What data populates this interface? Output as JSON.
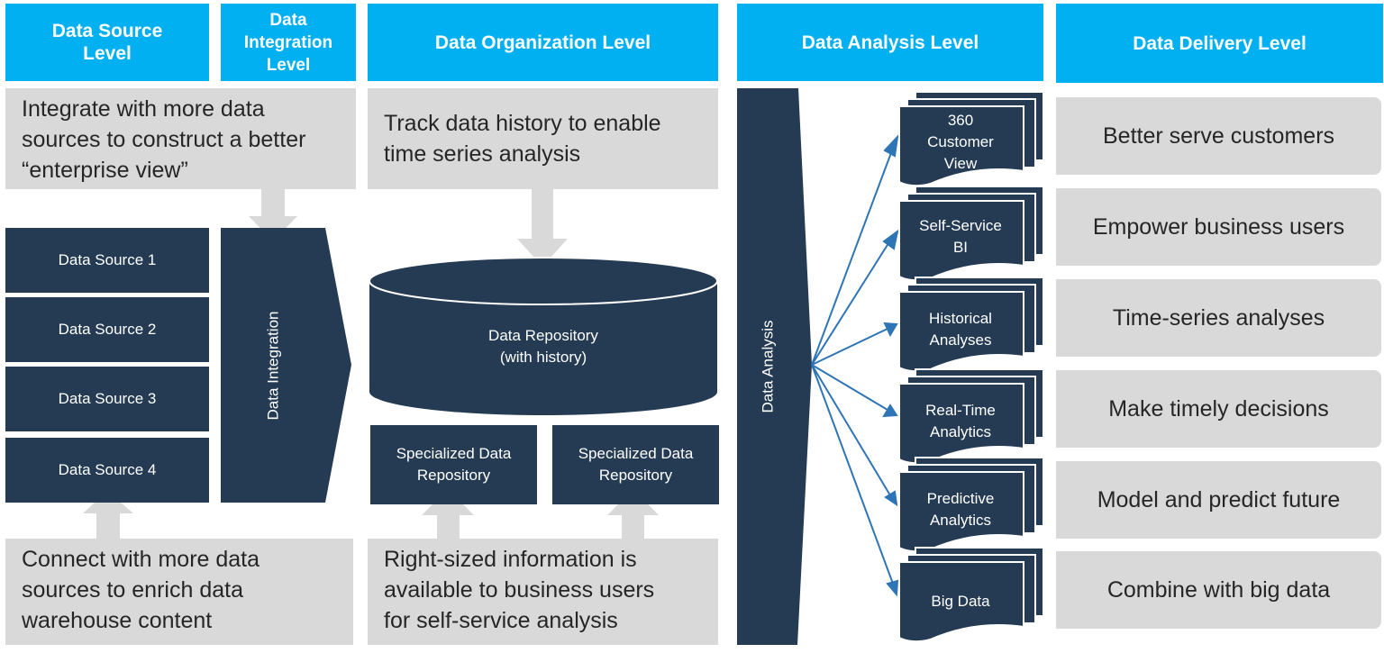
{
  "colors": {
    "header_bg": "#00b0f0",
    "navy": "#243b53",
    "note_bg": "#d9d9d9",
    "arrow_gray": "#d9d9d9",
    "arrow_blue": "#2e75b6",
    "text_dark": "#262626"
  },
  "headers": [
    {
      "label": "Data Source\nLevel"
    },
    {
      "label": "Data\nIntegration\nLevel"
    },
    {
      "label": "Data Organization  Level"
    },
    {
      "label": "Data Analysis  Level"
    },
    {
      "label": "Data Delivery  Level"
    }
  ],
  "notes": {
    "source_top": "Integrate with more data\nsources to construct a better\n“enterprise view”",
    "organization_top": "Track data history to enable\ntime series analysis",
    "source_bottom": "Connect with more data\nsources to enrich data\nwarehouse content",
    "organization_bottom": "Right-sized information is\navailable to business users\nfor self-service analysis"
  },
  "data_sources": [
    {
      "label": "Data Source 1"
    },
    {
      "label": "Data Source 2"
    },
    {
      "label": "Data Source 3"
    },
    {
      "label": "Data Source 4"
    }
  ],
  "integration": {
    "label": "Data Integration"
  },
  "repository": {
    "label": "Data Repository\n(with history)"
  },
  "specialized": [
    {
      "label": "Specialized Data\nRepository"
    },
    {
      "label": "Specialized Data\nRepository"
    }
  ],
  "analysis": {
    "label": "Data Analysis"
  },
  "outputs": [
    {
      "label": "360\nCustomer\nView"
    },
    {
      "label": "Self-Service\nBI"
    },
    {
      "label": "Historical\nAnalyses"
    },
    {
      "label": "Real-Time\nAnalytics"
    },
    {
      "label": "Predictive\nAnalytics"
    },
    {
      "label": "Big Data"
    }
  ],
  "benefits": [
    {
      "label": "Better serve customers"
    },
    {
      "label": "Empower business users"
    },
    {
      "label": "Time-series analyses"
    },
    {
      "label": "Make timely decisions"
    },
    {
      "label": "Model and predict future"
    },
    {
      "label": "Combine with big data"
    }
  ]
}
